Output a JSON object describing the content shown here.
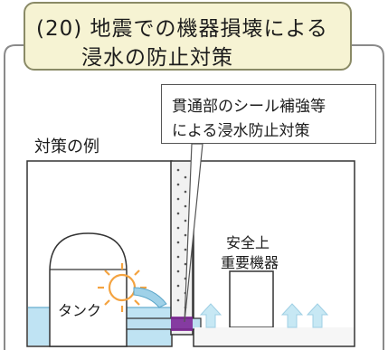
{
  "title": {
    "line1": "(20) 地震での機器損壊による",
    "line2": "浸水の防止対策"
  },
  "callout": {
    "line1": "貫通部のシール補強等",
    "line2": "による浸水防止対策"
  },
  "example_label": "対策の例",
  "tank_label": "タンク",
  "equipment": {
    "line1": "安全上",
    "line2": "重要機器"
  },
  "colors": {
    "title_bg": "#f6f3d3",
    "water": "#bfe3f3",
    "pipe": "#bcdff0",
    "seal": "#7b1e93",
    "burst": "#f4a340",
    "arrow": "#c7e8f4"
  }
}
